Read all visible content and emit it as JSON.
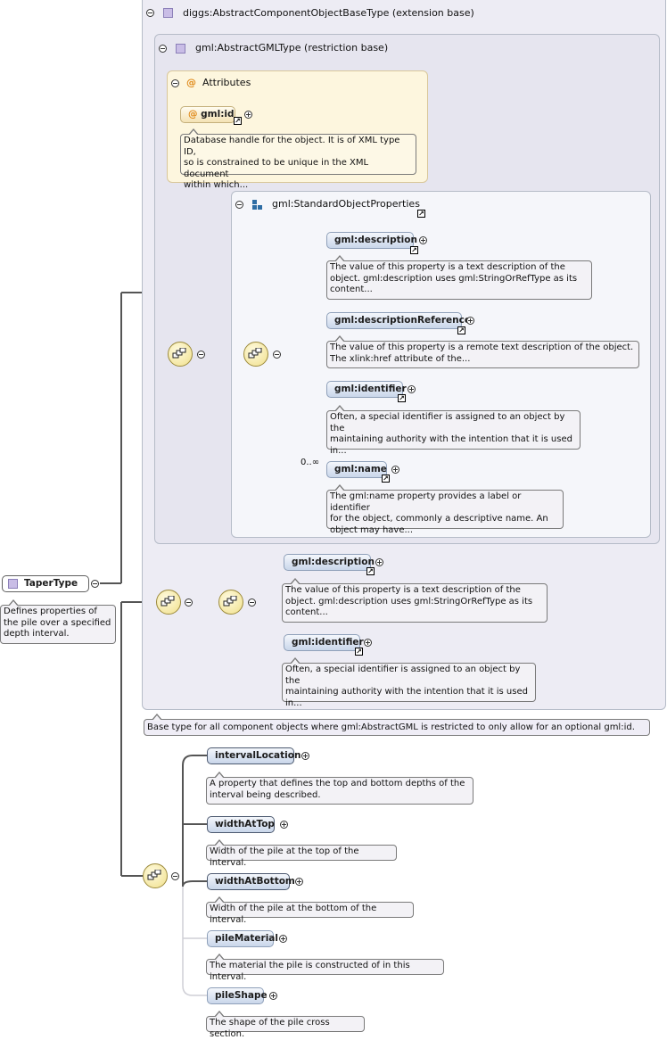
{
  "extension_base": {
    "label": "diggs:AbstractComponentObjectBaseType (extension base)"
  },
  "restriction_base": {
    "label": "gml:AbstractGMLType (restriction base)"
  },
  "attributes": {
    "title": "Attributes",
    "id": {
      "name": "gml:id",
      "desc": [
        "Database handle for the object. It is of XML type ID,",
        "so is constrained to be unique in the XML document",
        "within which..."
      ]
    }
  },
  "standard_props": {
    "title": "gml:StandardObjectProperties",
    "items": [
      {
        "name": "gml:description",
        "desc": [
          "The value of this property is a text description of the",
          "object. gml:description uses gml:StringOrRefType as its",
          "content..."
        ]
      },
      {
        "name": "gml:descriptionReference",
        "desc": [
          "The value of this property is a remote text description of the object.",
          "The xlink:href attribute of the..."
        ]
      },
      {
        "name": "gml:identifier",
        "desc": [
          "Often, a special identifier is assigned to an object by the",
          "maintaining authority with the intention that it is used",
          "in..."
        ]
      },
      {
        "name": "gml:name",
        "occurrence": "0..∞",
        "desc": [
          "The gml:name property provides a label or identifier",
          "for the object, commonly a descriptive name. An",
          "object may have..."
        ]
      }
    ]
  },
  "restriction_seq": {
    "items": [
      {
        "name": "gml:description",
        "desc": [
          "The value of this property is a text description of the",
          "object. gml:description uses gml:StringOrRefType as its",
          "content..."
        ]
      },
      {
        "name": "gml:identifier",
        "desc": [
          "Often, a special identifier is assigned to an object by the",
          "maintaining authority with the intention that it is used",
          "in..."
        ]
      }
    ]
  },
  "base_desc": "Base type for all component objects where gml:AbstractGML is restricted to only allow for an optional gml:id.",
  "root": {
    "name": "TaperType",
    "desc": [
      "Defines properties of",
      "the pile over a specified",
      "depth interval."
    ]
  },
  "sequence": {
    "items": [
      {
        "name": "intervalLocation",
        "desc": [
          "A property that defines the top and bottom depths of the",
          "interval being described."
        ]
      },
      {
        "name": "widthAtTop",
        "desc": [
          "Width of the pile at the top of the interval."
        ]
      },
      {
        "name": "widthAtBottom",
        "desc": [
          "Width of the pile at the bottom of the interval."
        ]
      },
      {
        "name": "pileMaterial",
        "desc": [
          "The material the pile is constructed of in this interval."
        ]
      },
      {
        "name": "pileShape",
        "desc": [
          "The shape of the pile cross section."
        ]
      }
    ]
  }
}
